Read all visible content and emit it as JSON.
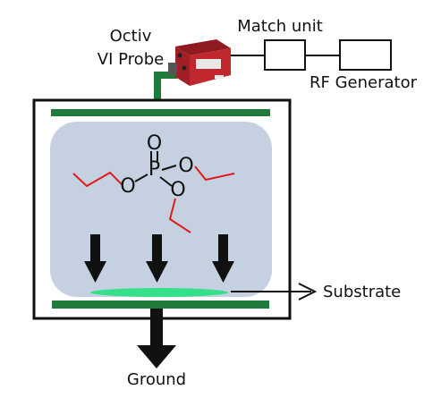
{
  "labels": {
    "probe_line1": "Octiv",
    "probe_line2": "VI Probe",
    "match_unit": "Match unit",
    "rf_generator": "RF Generator",
    "substrate": "Substrate",
    "ground": "Ground"
  },
  "molecule": {
    "center_atom": "P",
    "oxygen_atoms": [
      "O",
      "O",
      "O",
      "O"
    ]
  },
  "arrows": {
    "downward_count": 3
  },
  "colors": {
    "electrode": "#1f7a3c",
    "plasma": "#c5d1e1",
    "substrate_glow": "#34e08a",
    "probe_body": "#c0282d",
    "molecule_bonds": "#e01b1b",
    "outline": "#111111"
  }
}
